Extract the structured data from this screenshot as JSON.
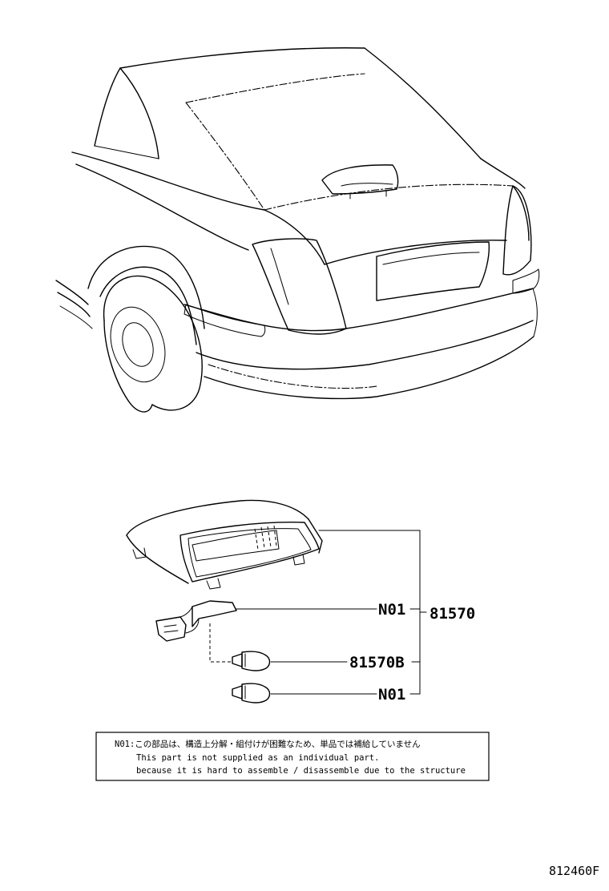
{
  "callouts": {
    "n01_upper": "N01",
    "assembly": "81570",
    "bulb": "81570B",
    "n01_lower": "N01"
  },
  "note": {
    "line1": "N01:この部品は、構造上分解・組付けが困難なため、単品では補給していません",
    "line2": "This part is not supplied as an individual part.",
    "line3": "because it is hard to assemble / disassemble due to the structure"
  },
  "figure_code": "812460F"
}
